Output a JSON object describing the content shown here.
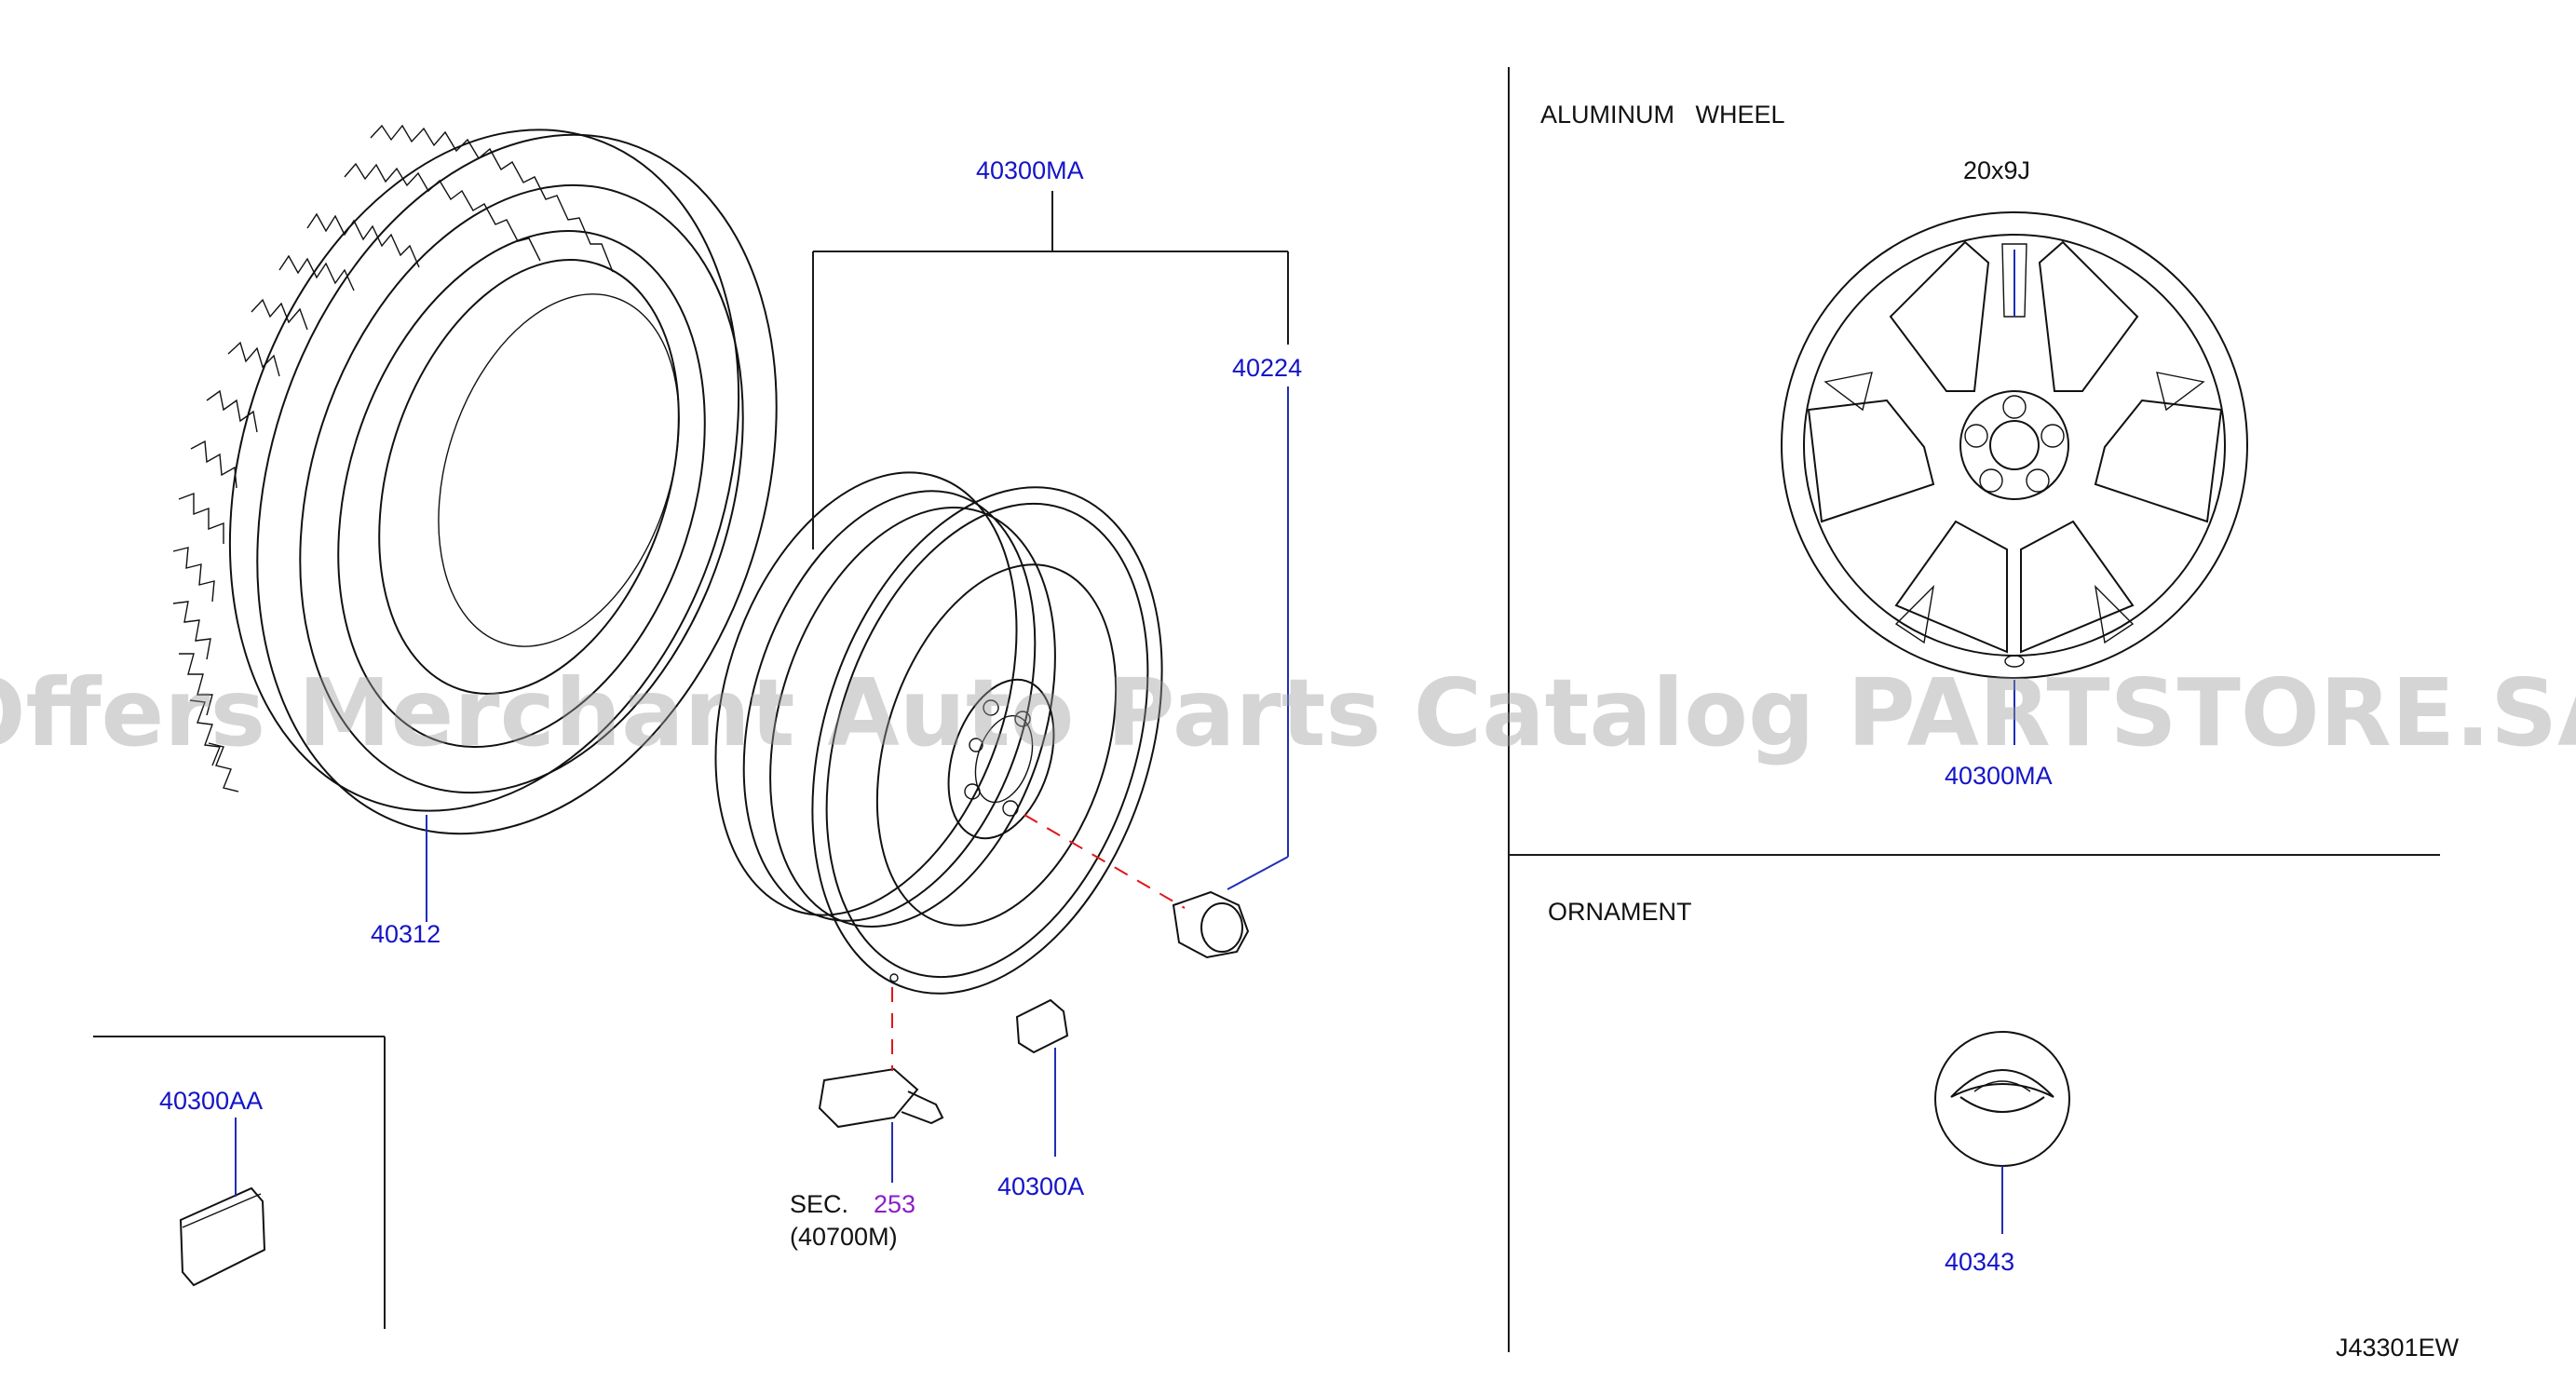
{
  "sections": {
    "aluminum_wheel": "ALUMINUM   WHEEL",
    "wheel_size": "20x9J",
    "ornament": "ORNAMENT"
  },
  "callouts": {
    "tire": "40312",
    "wheel_assembly_top": "40300MA",
    "nut": "40224",
    "aluminum_wheel": "40300MA",
    "balance_weight_clip": "40300A",
    "balance_weight": "40300AA",
    "ornament": "40343",
    "sensor_sec_prefix": "SEC.",
    "sensor_sec_number": "253",
    "sensor_sub": "(40700M)"
  },
  "diagram_code": "J43301EW",
  "watermark": "Offers Merchant Auto Parts Catalog PARTSTORE.SA",
  "colors": {
    "callout_blue": "#1414c8",
    "sec_purple": "#8a1ec8",
    "dashed_red": "#e0161b",
    "line_black": "#111111"
  }
}
